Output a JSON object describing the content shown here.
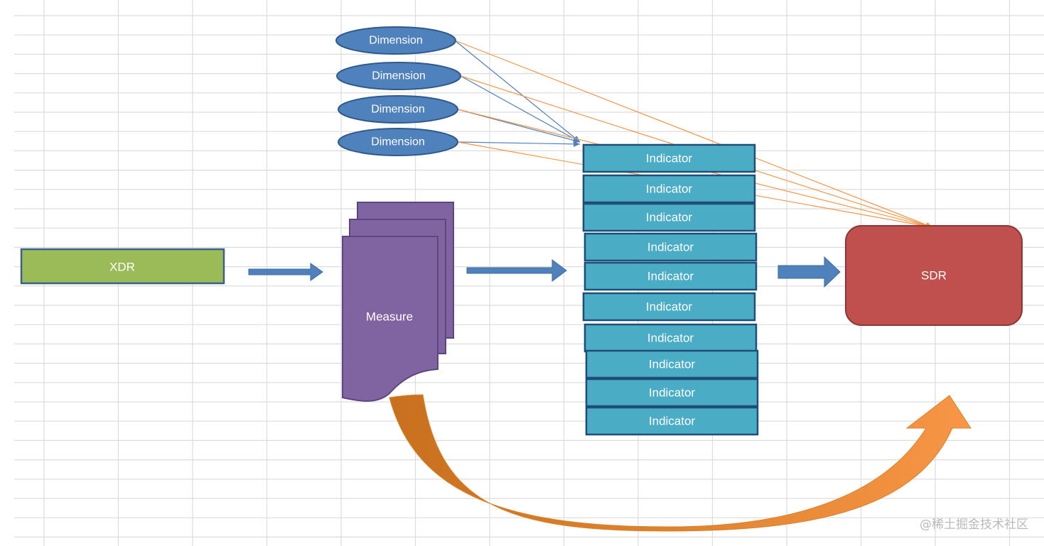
{
  "nodes": {
    "xdr": "XDR",
    "measure": "Measure",
    "sdr": "SDR",
    "dimensions": [
      "Dimension",
      "Dimension",
      "Dimension",
      "Dimension"
    ],
    "indicators": [
      "Indicator",
      "Indicator",
      "Indicator",
      "Indicator",
      "Indicator",
      "Indicator",
      "Indicator",
      "Indicator",
      "Indicator",
      "Indicator"
    ]
  },
  "watermark": "@稀土掘金技术社区",
  "colors": {
    "xdr_fill": "#9bbb59",
    "measure_fill": "#8064a2",
    "dimension_fill": "#4f81bd",
    "indicator_fill": "#4bacc6",
    "sdr_fill": "#c0504d",
    "flow_arrow": "#4f81bd",
    "curved_arrow": "#f79646",
    "link_blue": "#4f81bd",
    "link_orange": "#f79646",
    "grid": "#dcdcdc"
  }
}
